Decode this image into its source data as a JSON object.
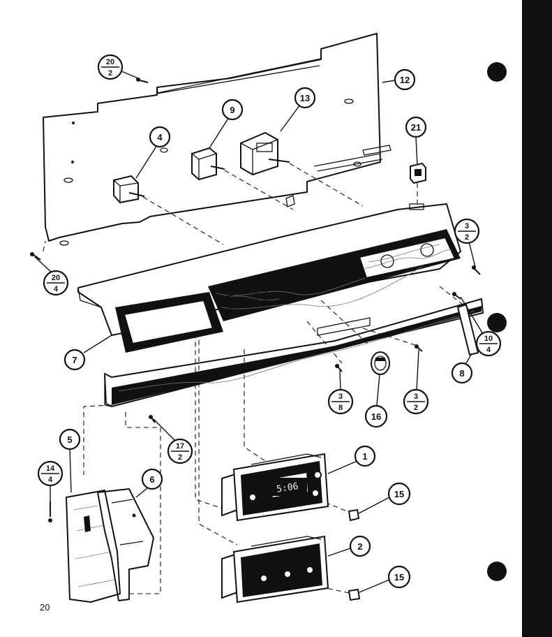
{
  "page_number": "20",
  "clock_display": "5:06",
  "callouts": [
    {
      "id": "12",
      "label": "12"
    },
    {
      "id": "13",
      "label": "13"
    },
    {
      "id": "9",
      "label": "9"
    },
    {
      "id": "4",
      "label": "4"
    },
    {
      "id": "21",
      "label": "21"
    },
    {
      "id": "7",
      "label": "7"
    },
    {
      "id": "8",
      "label": "8"
    },
    {
      "id": "16",
      "label": "16"
    },
    {
      "id": "1",
      "label": "1"
    },
    {
      "id": "2",
      "label": "2"
    },
    {
      "id": "15a",
      "label": "15"
    },
    {
      "id": "15b",
      "label": "15"
    },
    {
      "id": "5",
      "label": "5"
    },
    {
      "id": "6",
      "label": "6"
    }
  ],
  "fraction_callouts": [
    {
      "id": "20-2",
      "top": "20",
      "bottom": "2"
    },
    {
      "id": "20-4",
      "top": "20",
      "bottom": "4"
    },
    {
      "id": "3-2a",
      "top": "3",
      "bottom": "2"
    },
    {
      "id": "10-4",
      "top": "10",
      "bottom": "4"
    },
    {
      "id": "3-8",
      "top": "3",
      "bottom": "8"
    },
    {
      "id": "3-2b",
      "top": "3",
      "bottom": "2"
    },
    {
      "id": "17-2",
      "top": "17",
      "bottom": "2"
    },
    {
      "id": "14-4",
      "top": "14",
      "bottom": "4"
    }
  ]
}
